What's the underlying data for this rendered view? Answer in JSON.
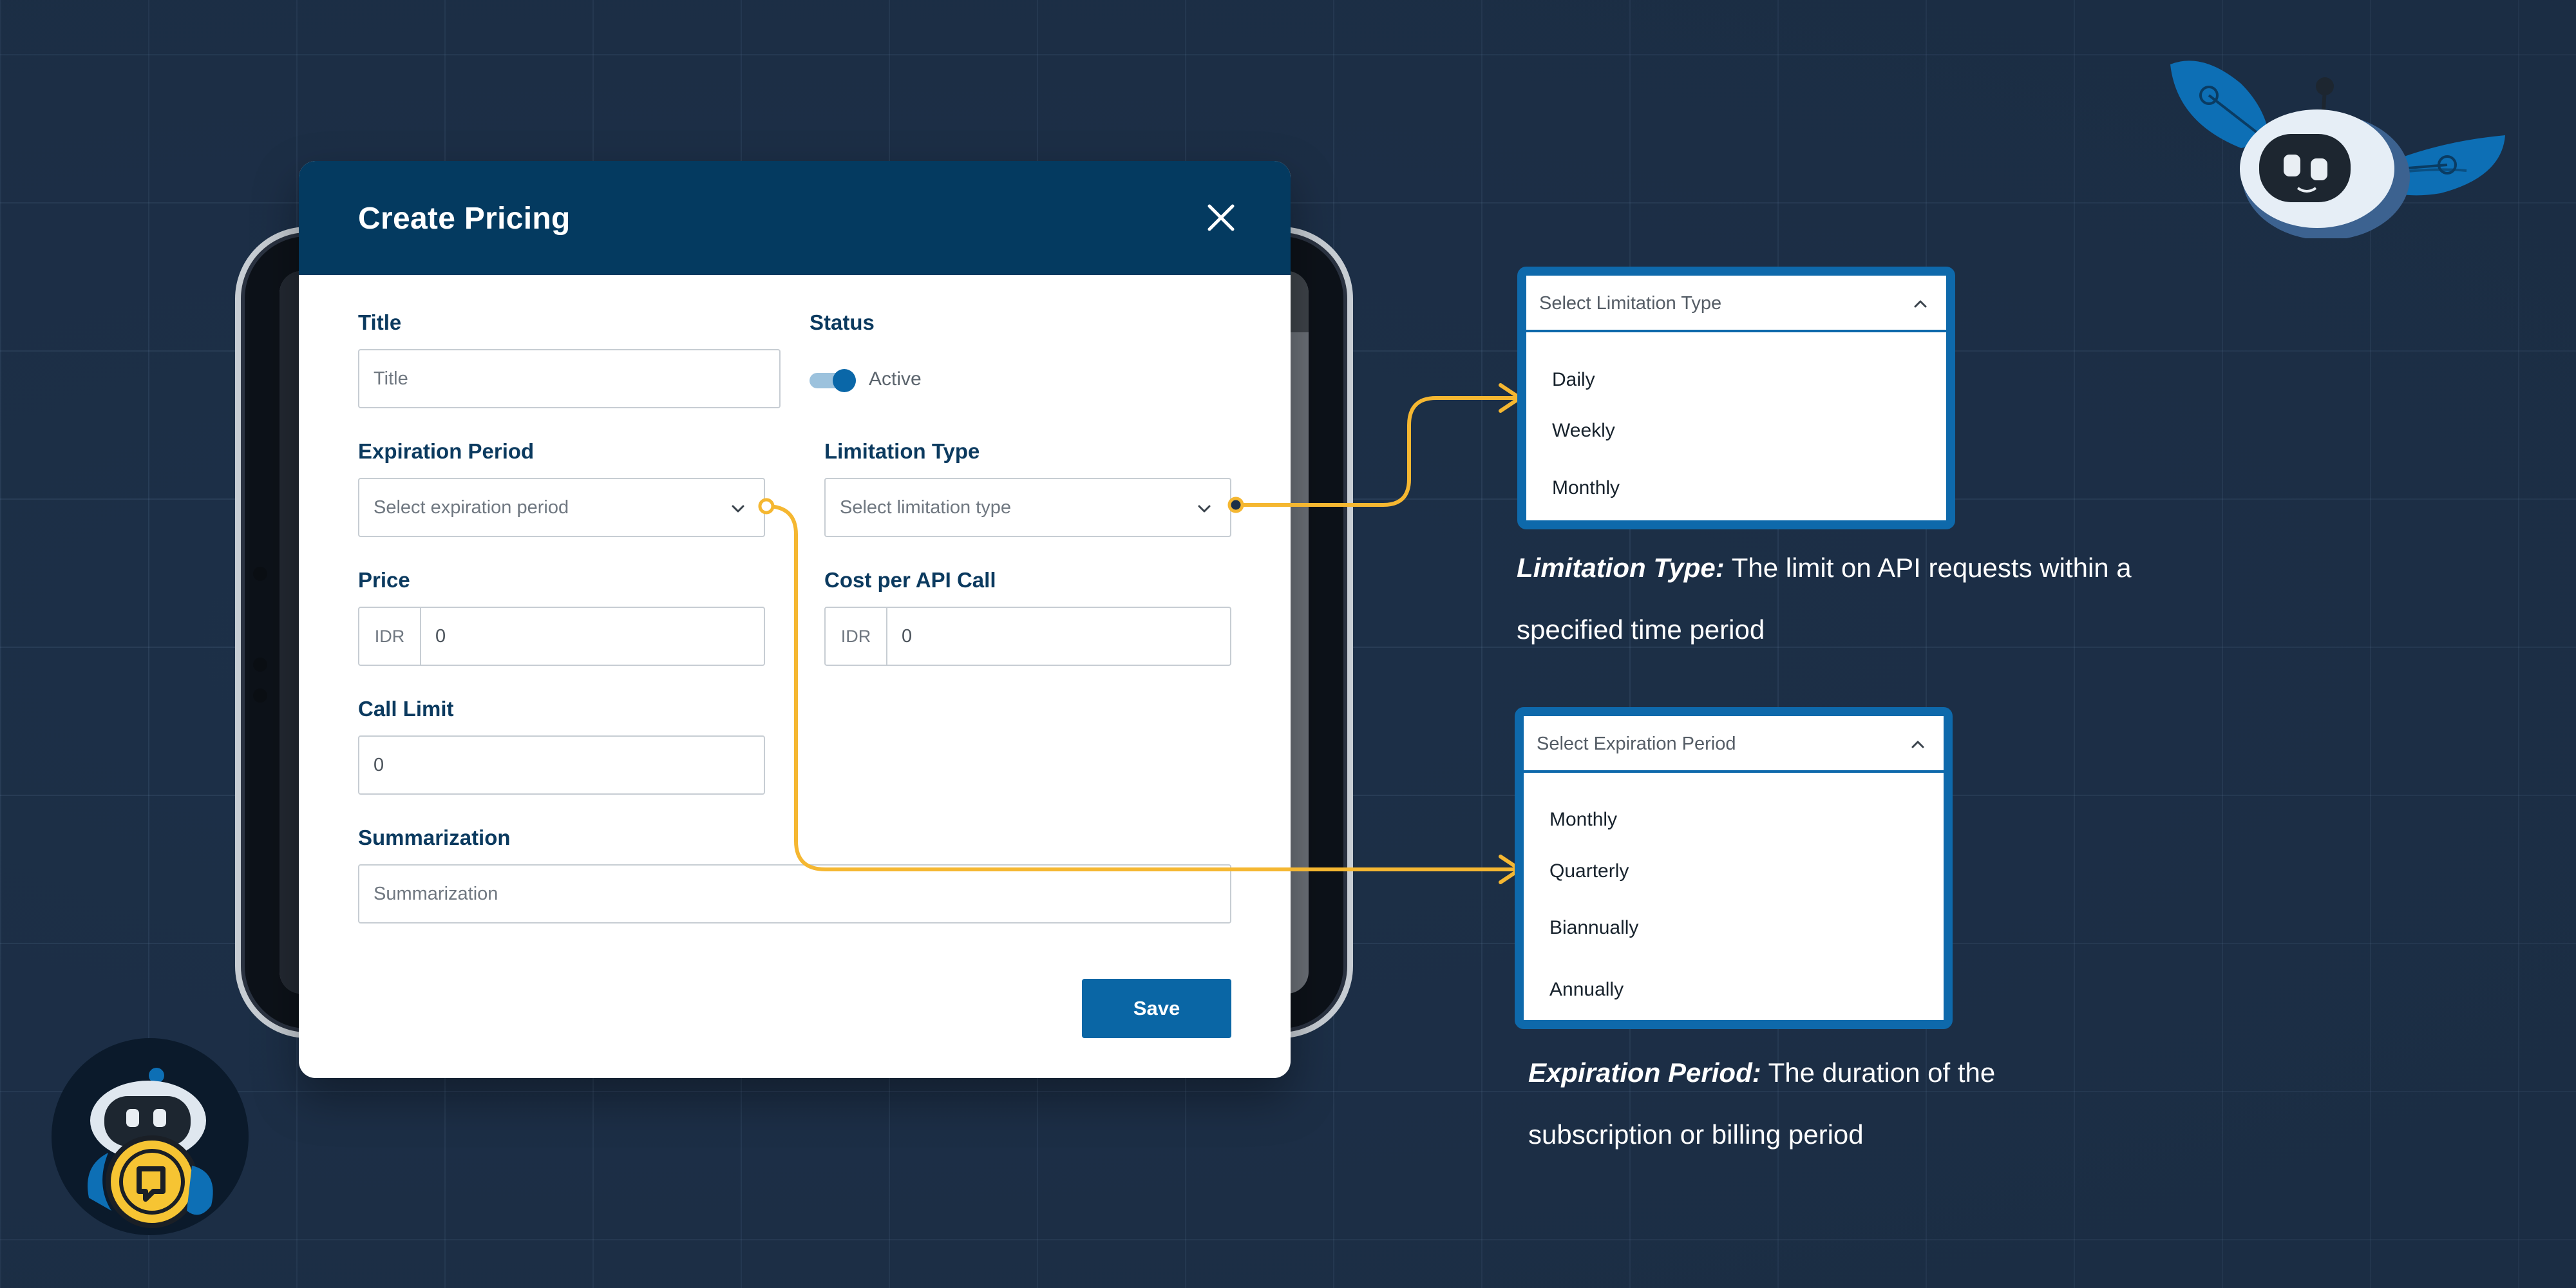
{
  "modal": {
    "title": "Create Pricing",
    "fields": {
      "title": {
        "label": "Title",
        "placeholder": "Title"
      },
      "status": {
        "label": "Status",
        "value": "Active"
      },
      "expiration": {
        "label": "Expiration Period",
        "placeholder": "Select expiration period"
      },
      "limitation": {
        "label": "Limitation Type",
        "placeholder": "Select limitation type"
      },
      "price": {
        "label": "Price",
        "prefix": "IDR",
        "value": "0"
      },
      "cost": {
        "label": "Cost per API Call",
        "prefix": "IDR",
        "value": "0"
      },
      "call_limit": {
        "label": "Call Limit",
        "value": "0"
      },
      "summarization": {
        "label": "Summarization",
        "placeholder": "Summarization"
      }
    },
    "save_label": "Save"
  },
  "limitation_dropdown": {
    "header": "Select Limitation Type",
    "options": [
      "Daily",
      "Weekly",
      "Monthly"
    ]
  },
  "expiration_dropdown": {
    "header": "Select Expiration Period",
    "options": [
      "Monthly",
      "Quarterly",
      "Biannually",
      "Annually"
    ]
  },
  "limitation_desc": {
    "term": "Limitation Type:",
    "line1": "The limit on API requests within a",
    "line2": "specified time period"
  },
  "expiration_desc": {
    "term": "Expiration Period:",
    "line1": "The duration of the",
    "line2": "subscription or billing period"
  },
  "colors": {
    "background": "#1d3048",
    "header": "#043a60",
    "accent": "#0a66a5",
    "connector": "#f5b731"
  }
}
